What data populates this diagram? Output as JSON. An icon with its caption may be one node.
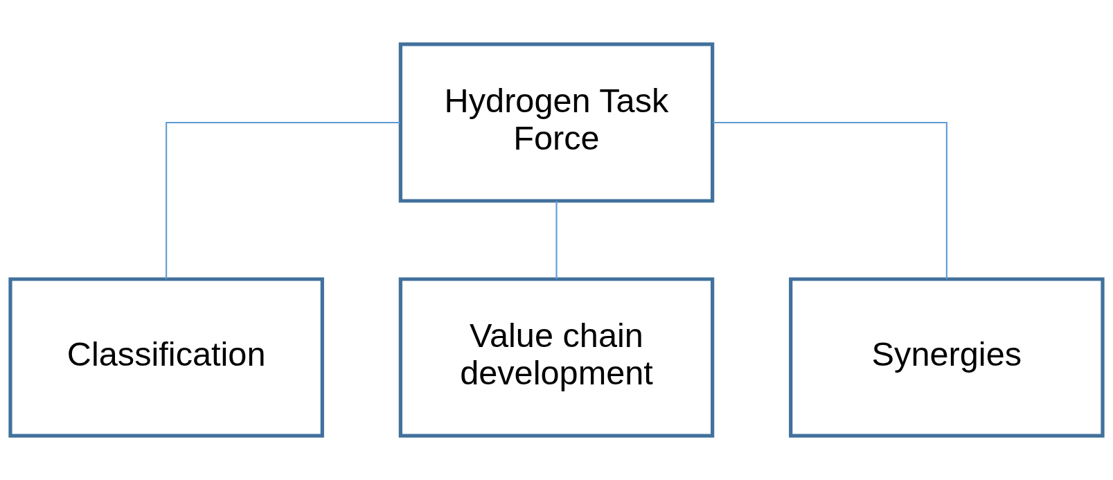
{
  "diagram": {
    "nodes": [
      {
        "text": [
          "Hydrogen Task Force"
        ]
      },
      {
        "text": [
          "Classification"
        ]
      },
      {
        "text": [
          "Value chain development"
        ]
      },
      {
        "text": [
          "Synergies"
        ]
      }
    ],
    "edges": [
      {
        "from": 0,
        "to": 1,
        "arrow": "none"
      },
      {
        "from": 0,
        "to": 2,
        "arrow": "none"
      },
      {
        "from": 0,
        "to": 3,
        "arrow": "none"
      }
    ]
  }
}
